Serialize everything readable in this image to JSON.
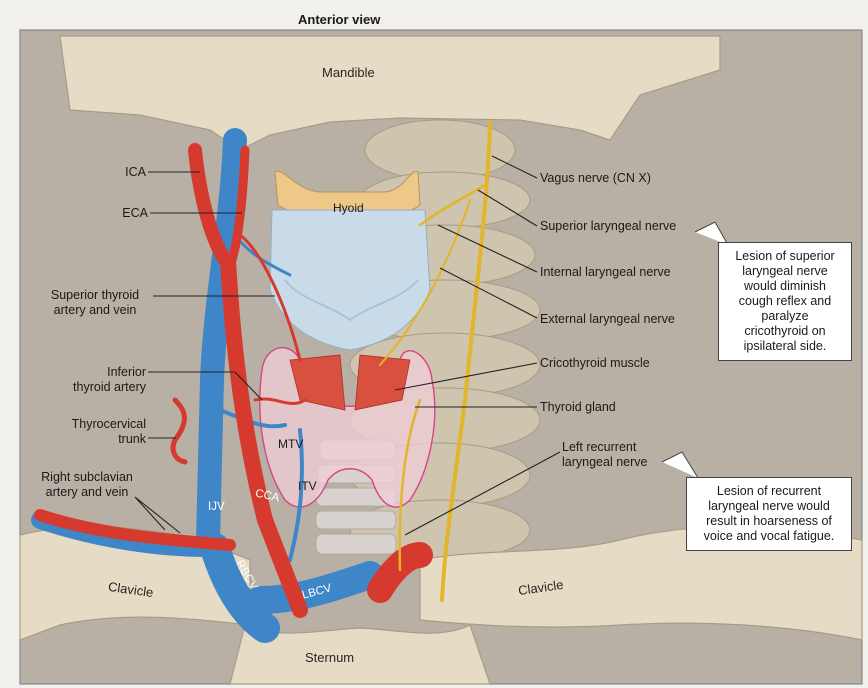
{
  "title": "Anterior view",
  "bones": {
    "mandible": "Mandible",
    "clavicle_left": "Clavicle",
    "clavicle_right": "Clavicle",
    "sternum": "Sternum"
  },
  "left_labels": {
    "ica": "ICA",
    "eca": "ECA",
    "superior_thyroid_1": "Superior thyroid",
    "superior_thyroid_2": "artery and vein",
    "inferior_thyroid_1": "Inferior",
    "inferior_thyroid_2": "thyroid artery",
    "thyrocervical_1": "Thyrocervical",
    "thyrocervical_2": "trunk",
    "subclavian_1": "Right subclavian",
    "subclavian_2": "artery and vein"
  },
  "right_labels": {
    "vagus": "Vagus nerve (CN X)",
    "superior_laryngeal": "Superior laryngeal nerve",
    "internal_laryngeal": "Internal laryngeal nerve",
    "external_laryngeal": "External laryngeal nerve",
    "cricothyroid": "Cricothyroid muscle",
    "thyroid_gland": "Thyroid gland",
    "recurrent_1": "Left recurrent",
    "recurrent_2": "laryngeal nerve"
  },
  "inner_labels": {
    "hyoid": "Hyoid",
    "mtv": "MTV",
    "itv": "ITV",
    "ijv": "IJV",
    "cca": "CCA",
    "rbcv": "RBCV",
    "lbcv": "LBCV"
  },
  "callouts": {
    "superior": [
      "Lesion of superior",
      "laryngeal nerve",
      "would diminish",
      "cough reflex and",
      "paralyze",
      "cricothyroid on",
      "ipsilateral side."
    ],
    "recurrent": [
      "Lesion of recurrent",
      "laryngeal nerve would",
      "result in hoarseness of",
      "voice and vocal fatigue."
    ]
  },
  "colors": {
    "artery": "#d63a2e",
    "vein": "#3f86c8",
    "nerve": "#e2b52a",
    "bone": "#e6dcc6",
    "thyroid_outline": "#d6458a"
  }
}
